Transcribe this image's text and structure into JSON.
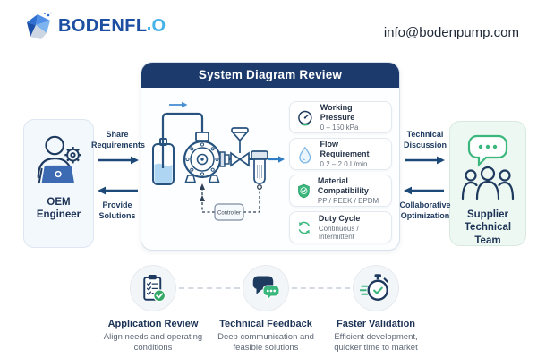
{
  "header": {
    "brand_dark": "BODENFL",
    "brand_light": "O",
    "email": "info@bodenpump.com"
  },
  "panel": {
    "title": "System Diagram Review",
    "controller_label": "Controller"
  },
  "specs": [
    {
      "icon": "gauge-icon",
      "title": "Working Pressure",
      "value": "0 – 150 kPa"
    },
    {
      "icon": "droplet-icon",
      "title": "Flow Requirement",
      "value": "0.2 – 2.0 L/min"
    },
    {
      "icon": "shield-check-icon",
      "title": "Material Compatibility",
      "value": "PP / PEEK / EPDM"
    },
    {
      "icon": "refresh-icon",
      "title": "Duty Cycle",
      "value": "Continuous / Intermittent"
    }
  ],
  "actors": {
    "left": {
      "label": "OEM Engineer",
      "icon": "engineer-icon"
    },
    "right": {
      "label": "Supplier Technical Team",
      "icon": "team-icon"
    }
  },
  "flows": {
    "left_top": "Share Requirements",
    "left_bottom": "Provide Solutions",
    "right_top": "Technical Discussion",
    "right_bottom": "Collaborative Optimization"
  },
  "benefits": [
    {
      "icon": "clipboard-check-icon",
      "title": "Application Review",
      "desc": "Align needs and operating conditions"
    },
    {
      "icon": "chat-bubbles-icon",
      "title": "Technical Feedback",
      "desc": "Deep communication and feasible solutions"
    },
    {
      "icon": "stopwatch-icon",
      "title": "Faster Validation",
      "desc": "Efficient development, quicker time to market"
    }
  ],
  "colors": {
    "navy": "#1d3a6c",
    "green": "#3bb77e",
    "blue_accent": "#2e7cc3",
    "light_blue": "#aed6f2",
    "brand_blue": "#1c4fa1",
    "brand_light_blue": "#45b3e8"
  }
}
